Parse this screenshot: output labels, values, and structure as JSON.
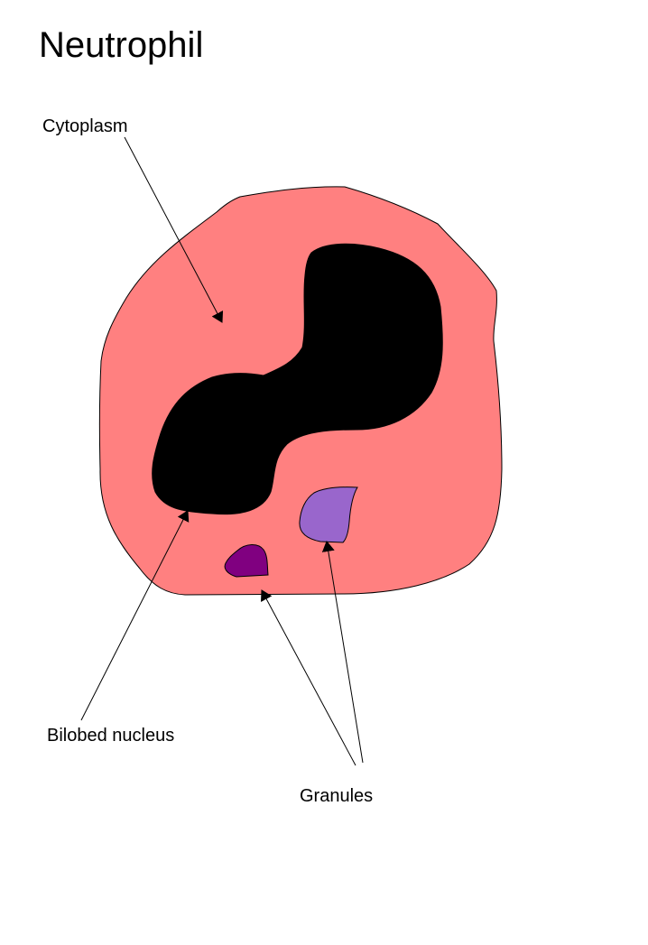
{
  "title": "Neutrophil",
  "labels": {
    "cytoplasm": "Cytoplasm",
    "nucleus": "Bilobed nucleus",
    "granules": "Granules"
  },
  "colors": {
    "cytoplasm_fill": "#ff8080",
    "nucleus_fill": "#000000",
    "granule_dark_fill": "#800080",
    "granule_light_fill": "#9966cc",
    "outline": "#000000",
    "arrow": "#000000",
    "background": "#ffffff"
  }
}
